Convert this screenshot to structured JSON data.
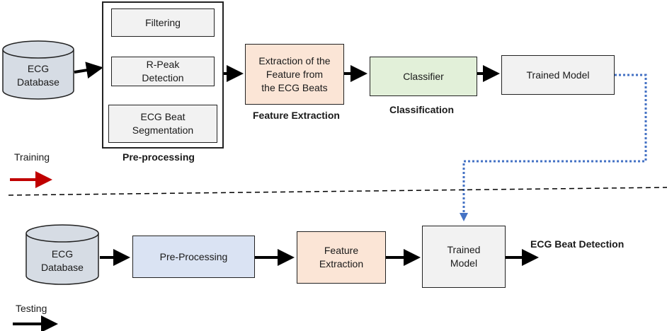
{
  "training": {
    "database": "ECG\nDatabase",
    "preprocessing": {
      "steps": [
        "Filtering",
        "R-Peak\nDetection",
        "ECG Beat\nSegmentation"
      ],
      "caption": "Pre-processing"
    },
    "feature_extraction": {
      "box": "Extraction of the\nFeature from\nthe ECG Beats",
      "caption": "Feature Extraction"
    },
    "classification": {
      "box": "Classifier",
      "caption": "Classification"
    },
    "trained_model": "Trained Model",
    "legend": "Training",
    "legend_color": "#c00000"
  },
  "testing": {
    "database": "ECG\nDatabase",
    "preprocessing": "Pre-Processing",
    "feature_extraction": "Feature\nExtraction",
    "trained_model": "Trained\nModel",
    "output": "ECG Beat Detection",
    "legend": "Testing",
    "legend_color": "#000000"
  },
  "colors": {
    "connector": "#4472c4",
    "gray_fill": "#f2f2f2",
    "peach_fill": "#fbe5d6",
    "green_fill": "#e2f0d9",
    "blue_fill": "#dae3f3",
    "database_fill": "#d6dce4"
  }
}
